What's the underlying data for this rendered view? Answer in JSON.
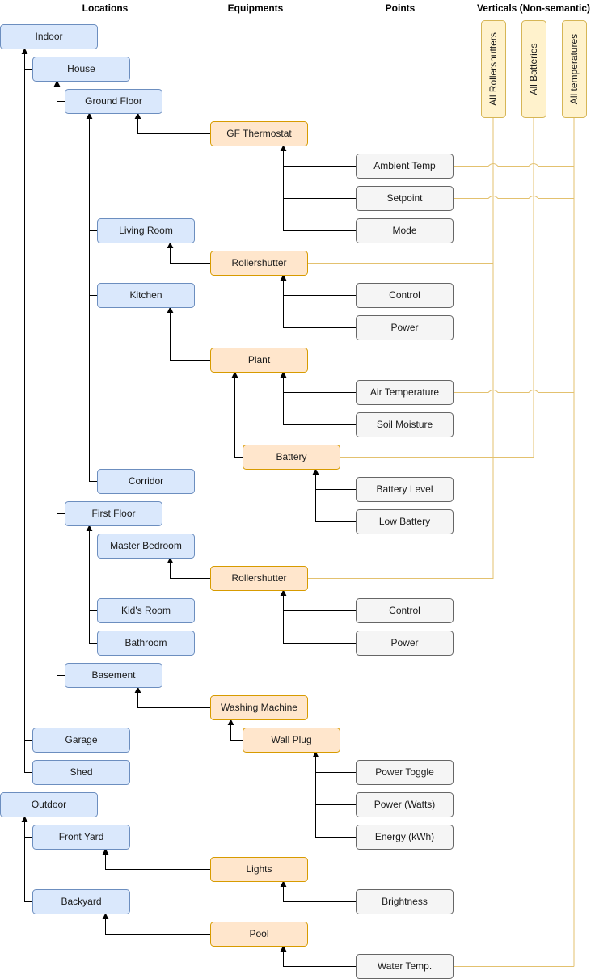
{
  "headers": {
    "locations": "Locations",
    "equipments": "Equipments",
    "points": "Points",
    "verticals": "Verticals (Non-semantic)"
  },
  "colors": {
    "location_fill": "#dae8fc",
    "location_stroke": "#6c8ebf",
    "equipment_fill": "#ffe6cc",
    "equipment_stroke": "#d79b00",
    "point_fill": "#f5f5f5",
    "point_stroke": "#666666",
    "vertical_fill": "#fff2cc",
    "vertical_stroke": "#d6b656",
    "vertical_line": "#e3c16f",
    "edge": "#000000"
  },
  "nodes": {
    "indoor": "Indoor",
    "house": "House",
    "ground_floor": "Ground Floor",
    "living_room": "Living Room",
    "kitchen": "Kitchen",
    "corridor": "Corridor",
    "first_floor": "First Floor",
    "master_bedroom": "Master Bedroom",
    "kids_room": "Kid's Room",
    "bathroom": "Bathroom",
    "basement": "Basement",
    "garage": "Garage",
    "shed": "Shed",
    "outdoor": "Outdoor",
    "front_yard": "Front Yard",
    "backyard": "Backyard",
    "gf_thermostat": "GF Thermostat",
    "rollershutter_1": "Rollershutter",
    "plant": "Plant",
    "battery": "Battery",
    "rollershutter_2": "Rollershutter",
    "washing_machine": "Washing Machine",
    "wall_plug": "Wall Plug",
    "lights": "Lights",
    "pool": "Pool",
    "ambient_temp": "Ambient Temp",
    "setpoint": "Setpoint",
    "mode": "Mode",
    "control_1": "Control",
    "power_1": "Power",
    "air_temperature": "Air Temperature",
    "soil_moisture": "Soil Moisture",
    "battery_level": "Battery Level",
    "low_battery": "Low Battery",
    "control_2": "Control",
    "power_2": "Power",
    "power_toggle": "Power Toggle",
    "power_watts": "Power (Watts)",
    "energy_kwh": "Energy (kWh)",
    "brightness": "Brightness",
    "water_temp": "Water Temp."
  },
  "verticals": {
    "all_rollershutters": "All Rollershutters",
    "all_batteries": "All Batteries",
    "all_temperatures": "All temperatures"
  }
}
